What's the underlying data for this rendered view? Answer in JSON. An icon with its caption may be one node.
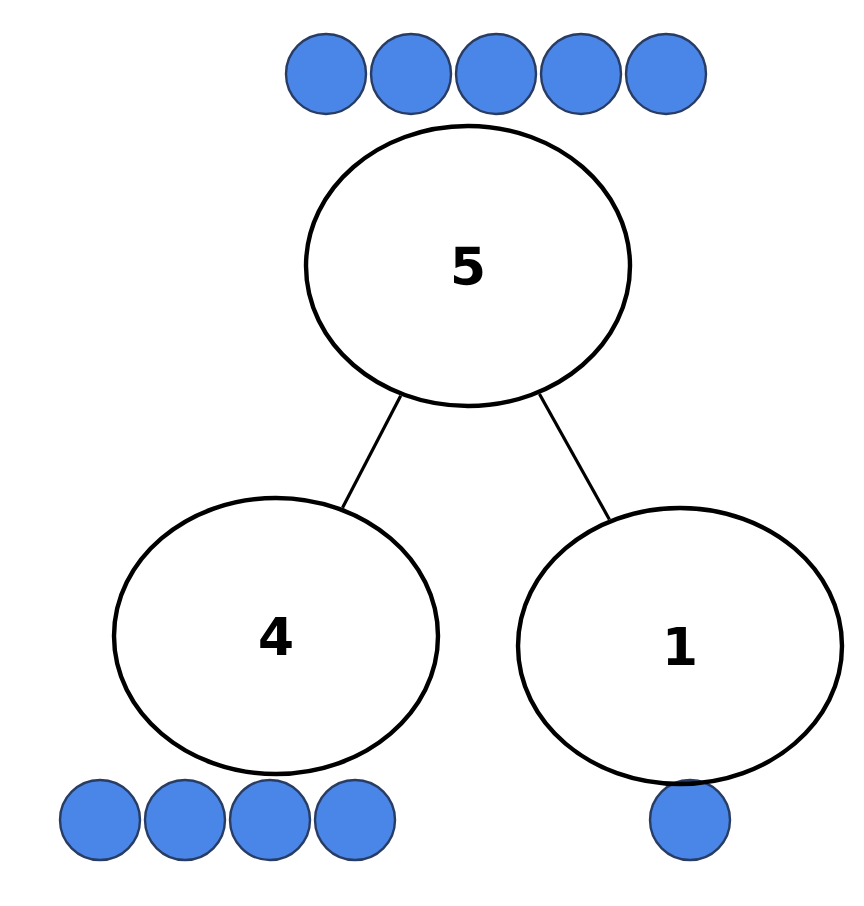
{
  "diagram": {
    "nodes": [
      {
        "text": [
          "5"
        ]
      },
      {
        "text": [
          "4"
        ]
      },
      {
        "text": [
          "1"
        ]
      }
    ],
    "edges": [
      {
        "from": 0,
        "to": 1,
        "arrow": "none"
      },
      {
        "from": 0,
        "to": 2,
        "arrow": "none"
      }
    ]
  }
}
